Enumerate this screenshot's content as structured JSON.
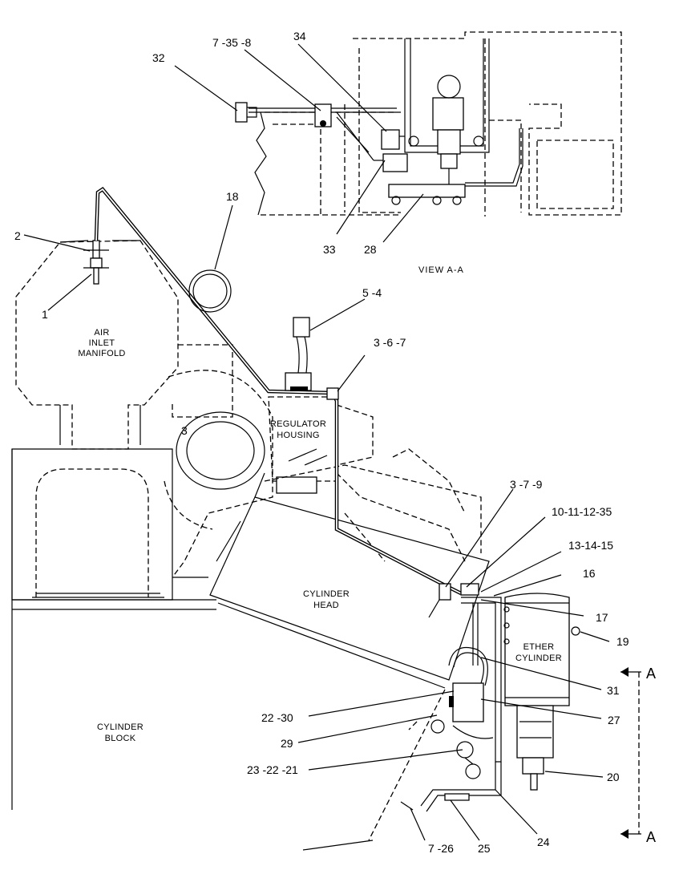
{
  "view_title": "VIEW A-A",
  "section_marker": "A",
  "areas": {
    "air_inlet_manifold": [
      "AIR",
      "INLET",
      "MANIFOLD"
    ],
    "regulator_housing": [
      "REGULATOR",
      "HOUSING"
    ],
    "cylinder_head": [
      "CYLINDER",
      "HEAD"
    ],
    "cylinder_block": [
      "CYLINDER",
      "BLOCK"
    ],
    "ether_cylinder": [
      "ETHER",
      "CYLINDER"
    ]
  },
  "callouts": {
    "c32": "32",
    "c7_35_8": "7 -35 -8",
    "c34": "34",
    "c33": "33",
    "c28": "28",
    "c18": "18",
    "c2": "2",
    "c1": "1",
    "c5_4": "5 -4",
    "c3_6_7": "3  -6 -7",
    "c3": "3",
    "c3_7_9": "3  -7 -9",
    "c10_11_12_35": "10-11-12-35",
    "c13_14_15": "13-14-15",
    "c16": "16",
    "c17": "17",
    "c19": "19",
    "c31": "31",
    "c22_30": "22 -30",
    "c27": "27",
    "c29": "29",
    "c23_22_21": "23 -22 -21",
    "c20": "20",
    "c24": "24",
    "c25": "25",
    "c7_26": "7 -26"
  }
}
